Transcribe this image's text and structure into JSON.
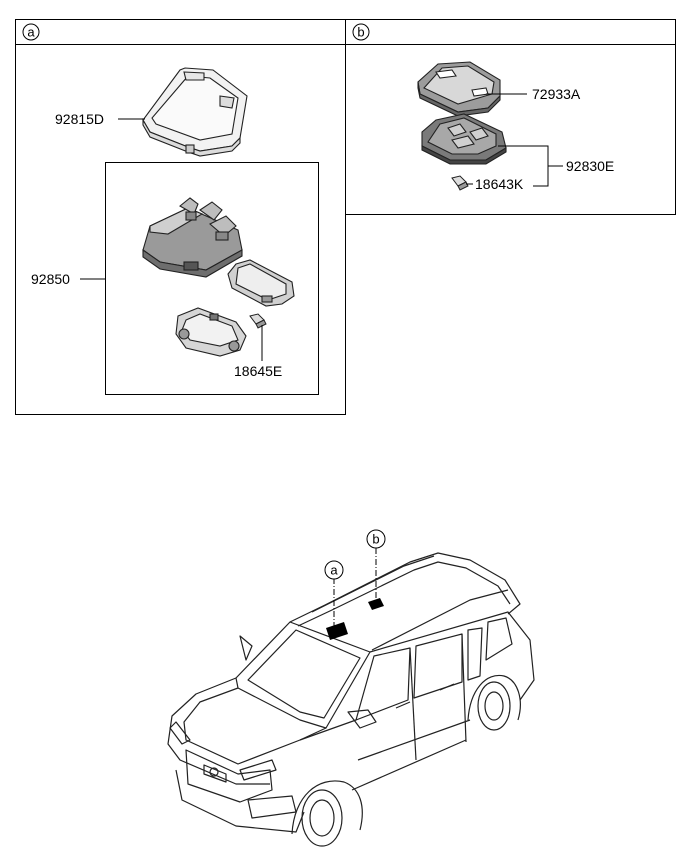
{
  "panel_a": {
    "marker": "a",
    "parts": {
      "lens_cover": "92815D",
      "lamp_assembly": "92850",
      "bulb": "18645E"
    }
  },
  "panel_b": {
    "marker": "b",
    "parts": {
      "cover": "72933A",
      "lamp_assembly": "92830E",
      "bulb": "18643K"
    }
  },
  "vehicle": {
    "callout_a": "a",
    "callout_b": "b"
  }
}
